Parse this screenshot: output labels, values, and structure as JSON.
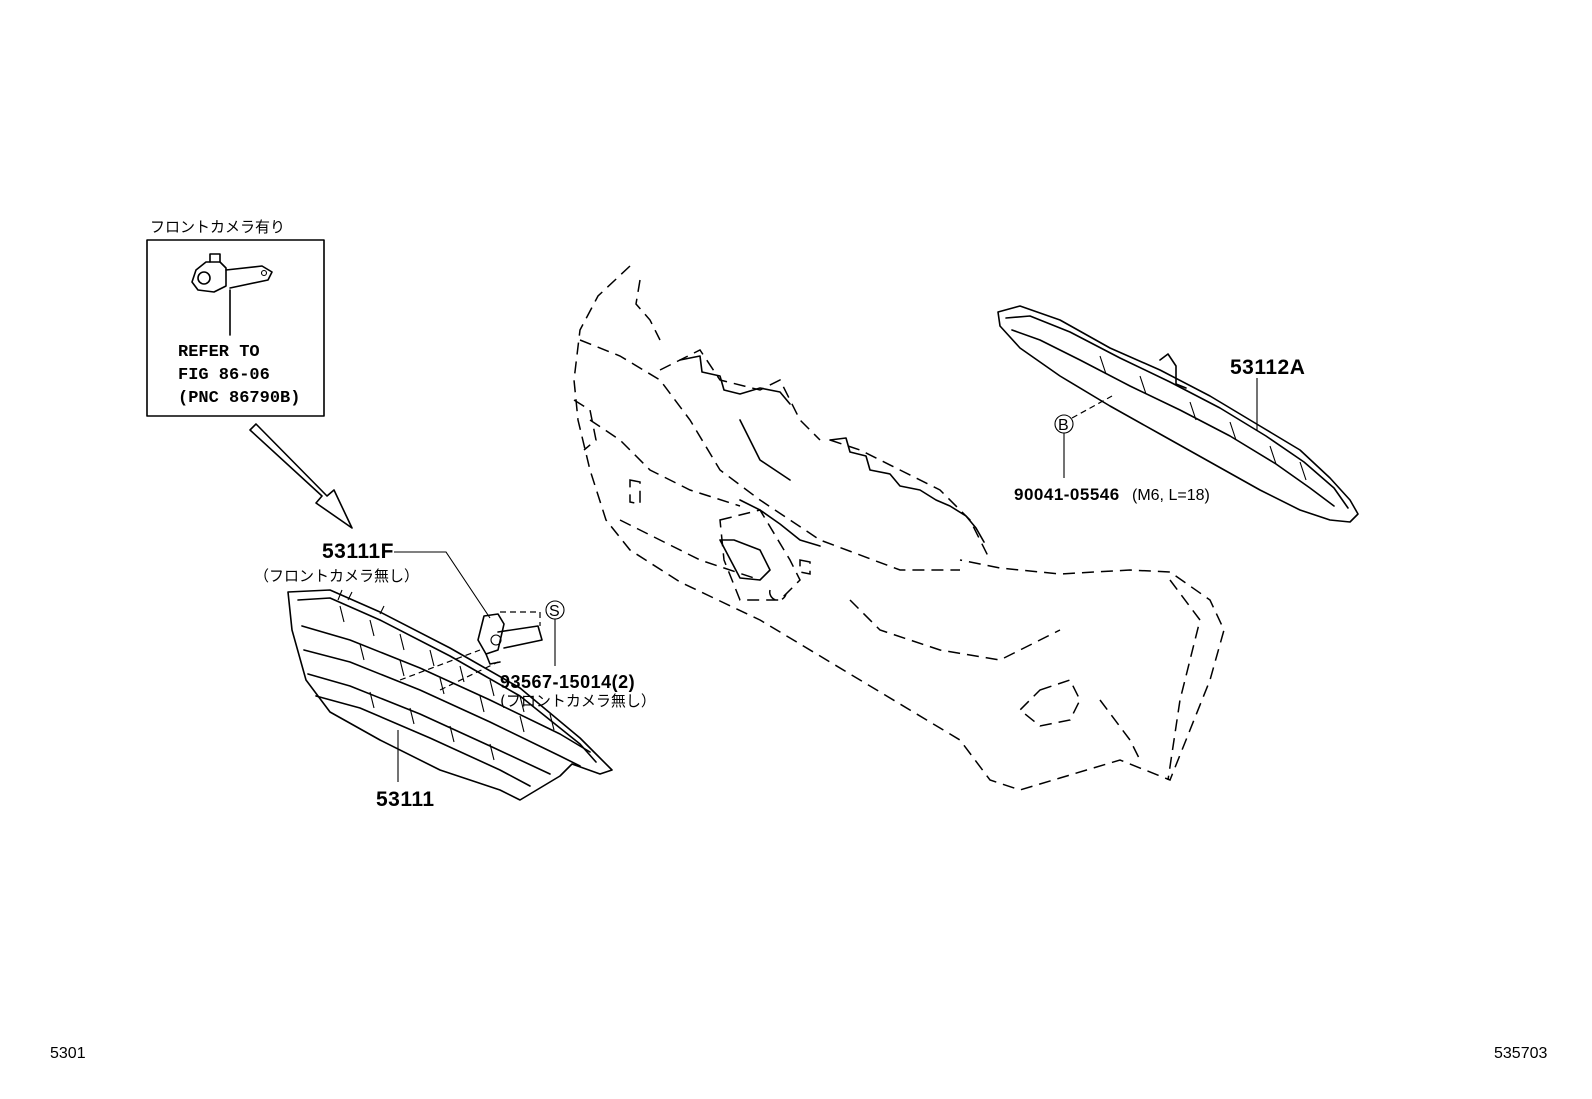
{
  "callouts": {
    "camera_box_title": "フロントカメラ有り",
    "refer_line1": "REFER TO",
    "refer_line2": "FIG 86-06",
    "refer_line3": "(PNC 86790B)",
    "part_53111F": "53111F",
    "part_53111F_note": "（フロントカメラ無し）",
    "part_93567": "93567-15014(2)",
    "part_93567_note": "(フロントカメラ無し）",
    "part_53111": "53111",
    "part_53112A": "53112A",
    "part_90041": "90041-05546",
    "part_90041_spec": "(M6, L=18)",
    "marker_s": "S",
    "marker_b": "B"
  },
  "footer": {
    "left_code": "5301",
    "right_code": "535703"
  }
}
